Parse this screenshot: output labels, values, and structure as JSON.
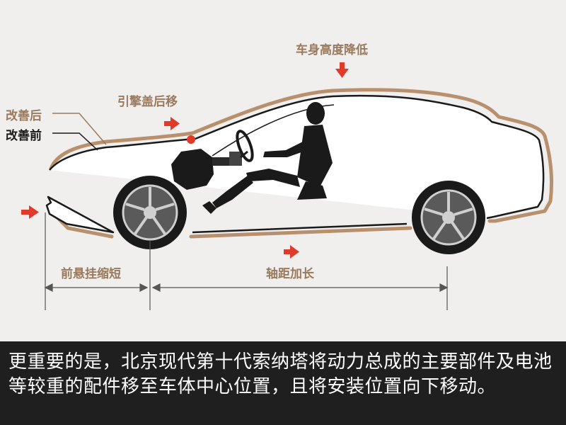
{
  "labels": {
    "body_lower": "车身高度降低",
    "hood_back": "引擎盖后移",
    "improved_after": "改善后",
    "improved_before": "改善前",
    "front_overhang": "前悬挂缩短",
    "wheelbase": "轴距加长"
  },
  "caption": "更重要的是，北京现代第十代索纳塔将动力总成的主要部件及电池等较重的配件移至车体中心位置，且将安装位置向下移动。",
  "colors": {
    "arrow": "#e03a2a",
    "after_outline": "#b8906e",
    "before_outline": "#1a1a1a",
    "label_brown": "#9a7a5e",
    "caption_bg": "#1f1f1f"
  },
  "icons": [
    "down-arrow-icon",
    "right-arrow-icon"
  ]
}
